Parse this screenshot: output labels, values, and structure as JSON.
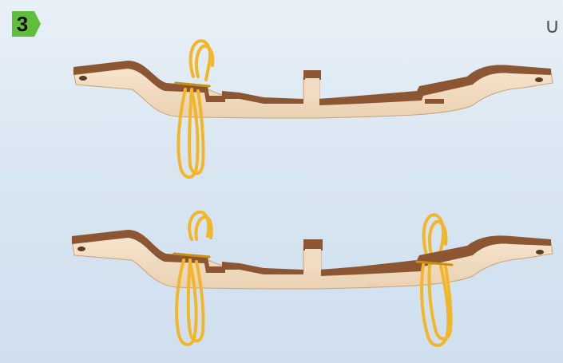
{
  "step": {
    "number": "3",
    "badge_color": "#5fbf3a"
  },
  "corner_mark": {
    "text": "∪"
  },
  "colors": {
    "plywood_face": "#f1dcc1",
    "plywood_edge": "#8b5631",
    "rubber_band": "#f2b62a",
    "rubber_band_dark": "#c98f12"
  },
  "assemblies": [
    {
      "name": "top-assembly",
      "rubber_band_count": 1
    },
    {
      "name": "bottom-assembly",
      "rubber_band_count": 2
    }
  ]
}
